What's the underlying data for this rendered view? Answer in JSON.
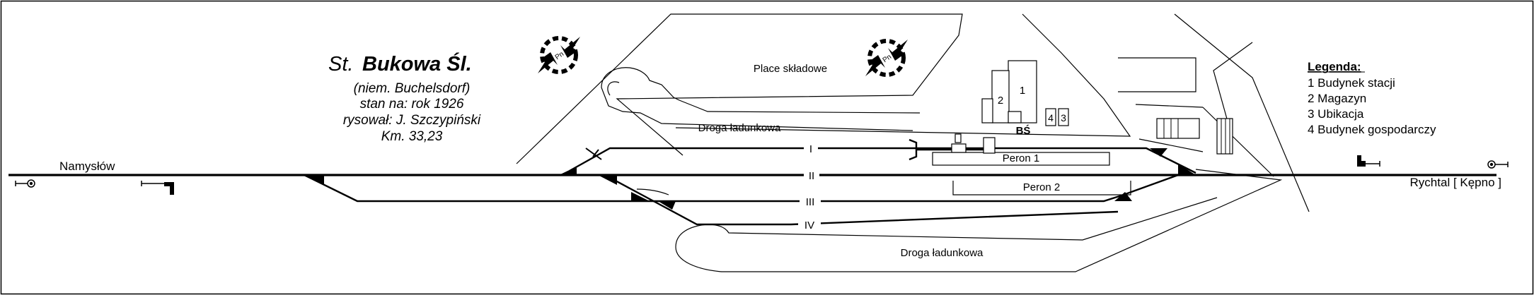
{
  "title": {
    "prefix": "St.",
    "name": "Bukowa Śl.",
    "line1": "(niem. Buchelsdorf)",
    "line2": "stan na: rok 1926",
    "line3": "rysował: J. Szczypiński",
    "line4": "Km. 33,23"
  },
  "directions": {
    "left": "Namysłów",
    "right": "Rychtal [ Kępno ]"
  },
  "tracks": [
    "I",
    "II",
    "III",
    "IV"
  ],
  "platforms": [
    "Peron 1",
    "Peron 2"
  ],
  "areas": {
    "storage": "Place składowe",
    "loading_road_upper": "Droga ładunkowa",
    "loading_road_lower": "Droga ładunkowa",
    "station_code": "BŚ"
  },
  "buildings": [
    "1",
    "2",
    "3",
    "4"
  ],
  "legend": {
    "title": "Legenda:",
    "items": [
      "1  Budynek stacji",
      "2  Magazyn",
      "3  Ubikacja",
      "4  Budynek gospodarczy"
    ]
  },
  "symbols": {
    "tower_label": "Pn",
    "tower_icon": "water-tower-icon"
  },
  "colors": {
    "line": "#000000",
    "background": "#ffffff"
  }
}
